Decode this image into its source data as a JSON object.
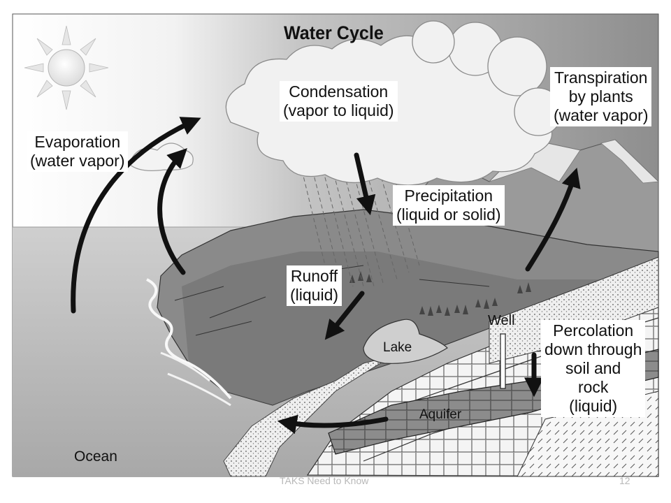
{
  "title": "Water Cycle",
  "labels": {
    "condensation": [
      "Condensation",
      "(vapor to liquid)"
    ],
    "transpiration": [
      "Transpiration",
      "by plants",
      "(water vapor)"
    ],
    "evaporation": [
      "Evaporation",
      "(water vapor)"
    ],
    "precipitation": [
      "Precipitation",
      "(liquid or solid)"
    ],
    "runoff": [
      "Runoff",
      "(liquid)"
    ],
    "percolation": [
      "Percolation",
      "down through",
      "soil and",
      "rock",
      "(liquid)"
    ],
    "well": "Well",
    "lake": "Lake",
    "aquifer": "Aquifer",
    "ocean": "Ocean"
  },
  "footer": {
    "text": "TAKS Need to Know",
    "page_number": "12"
  },
  "icons": [
    "sun-icon",
    "cloud-icon",
    "arrow-icon"
  ],
  "colors": {
    "ink": "#111111",
    "sky_light": "#ffffff",
    "sky_dark": "#9a9a9a",
    "ocean": "#bdbdbd",
    "land": "#808080"
  }
}
